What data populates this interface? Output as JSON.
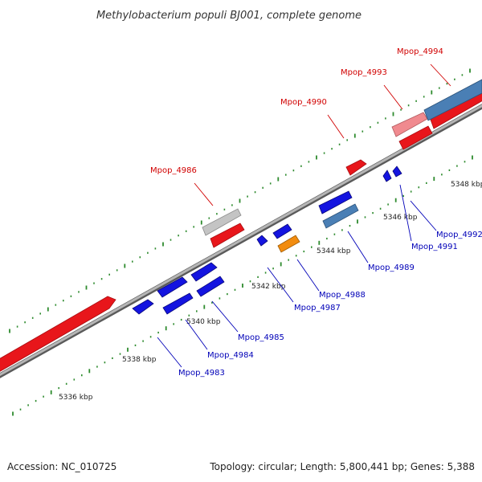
{
  "title": "Methylobacterium populi BJ001, complete genome",
  "footer": {
    "accession": "Accession: NC_010725",
    "stats": "Topology: circular; Length: 5,800,441 bp; Genes: 5,388"
  },
  "colors": {
    "backbone": "#8c8c8c",
    "tick_dot": "#2e8b2e",
    "red_gene": "#e8161b",
    "pink_gene": "#f08a8f",
    "blue_gene": "#1414e0",
    "steel_gene": "#4a7fb5",
    "orange_gene": "#f28c0f",
    "grey_gene": "#c4c4c4",
    "label_red": "#d10000",
    "label_blue": "#0000b8"
  },
  "scale_labels": [
    "5336 kbp",
    "5338 kbp",
    "5340 kbp",
    "5342 kbp",
    "5344 kbp",
    "5346 kbp",
    "5348 kbp"
  ],
  "genes": [
    {
      "label": "Mpop_4983",
      "color": "blue_gene",
      "label_color": "label_blue"
    },
    {
      "label": "Mpop_4984",
      "color": "blue_gene",
      "label_color": "label_blue"
    },
    {
      "label": "Mpop_4985",
      "color": "blue_gene",
      "label_color": "label_blue"
    },
    {
      "label": "Mpop_4986",
      "color": "grey_gene",
      "label_color": "label_red"
    },
    {
      "label": "Mpop_4987",
      "color": "blue_gene",
      "label_color": "label_blue"
    },
    {
      "label": "Mpop_4988",
      "color": "orange_gene",
      "label_color": "label_blue"
    },
    {
      "label": "Mpop_4989",
      "color": "steel_gene",
      "label_color": "label_blue"
    },
    {
      "label": "Mpop_4990",
      "color": "red_gene",
      "label_color": "label_red"
    },
    {
      "label": "Mpop_4991",
      "color": "blue_gene",
      "label_color": "label_blue"
    },
    {
      "label": "Mpop_4992",
      "color": "blue_gene",
      "label_color": "label_blue"
    },
    {
      "label": "Mpop_4993",
      "color": "pink_gene",
      "label_color": "label_red"
    },
    {
      "label": "Mpop_4994",
      "color": "steel_gene",
      "label_color": "label_red"
    }
  ]
}
